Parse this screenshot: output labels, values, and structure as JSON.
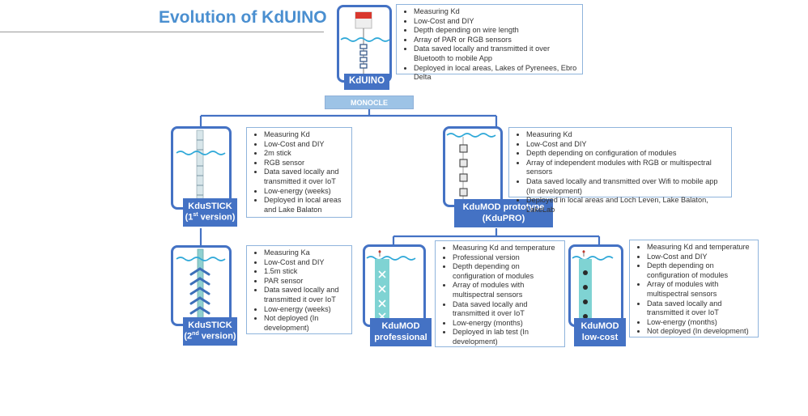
{
  "title": "Evolution of KdUINO",
  "monocle": "MONOCLE",
  "kduino": {
    "label": "KdUINO",
    "bullets": [
      "Measuring Kd",
      "Low-Cost and DIY",
      "Depth depending on wire length",
      "Array of PAR or RGB sensors",
      "Data saved locally and transmitted it over Bluetooth to mobile App",
      "Deployed in local areas, Lakes of Pyrenees, Ebro Delta"
    ]
  },
  "kdustick1": {
    "label_line1": "KduSTICK",
    "label_line2_pre": "(1",
    "label_line2_sup": "st",
    "label_line2_post": " version)",
    "bullets": [
      "Measuring Kd",
      "Low-Cost and DIY",
      "2m stick",
      "RGB sensor",
      "Data saved locally and transmitted it over IoT",
      "Low-energy (weeks)",
      "Deployed in local areas and Lake Balaton"
    ]
  },
  "kdumod": {
    "label_line1": "KduMOD  prototype",
    "label_line2": "(KduPRO)",
    "bullets": [
      "Measuring Kd",
      "Low-Cost and DIY",
      "Depth depending on configuration of modules",
      "Array of independent modules with RGB or multispectral sensors",
      "Data saved locally and transmitted over Wifi to mobile app (In development)",
      "Deployed in local areas and Loch Leven, Lake Balaton, LakeLab"
    ]
  },
  "kdustick2": {
    "label_line1": "KduSTICK",
    "label_line2_pre": "(2",
    "label_line2_sup": "nd",
    "label_line2_post": " version)",
    "bullets": [
      "Measuring Ka",
      "Low-Cost and DIY",
      "1.5m stick",
      "PAR sensor",
      "Data saved locally and transmitted it over IoT",
      "Low-energy (weeks)",
      "Not deployed (In development)"
    ]
  },
  "professional": {
    "label_line1": "KduMOD",
    "label_line2": "professional",
    "bullets": [
      "Measuring Kd and temperature",
      "Professional version",
      "Depth depending on configuration of modules",
      "Array of modules with multispectral sensors",
      "Data saved locally and transmitted it over IoT",
      "Low-energy (months)",
      "Deployed in lab test (In development)"
    ]
  },
  "lowcost": {
    "label_line1": "KduMOD",
    "label_line2": "low-cost",
    "bullets": [
      "Measuring Kd and temperature",
      "Low-Cost and DIY",
      "Depth depending on configuration of modules",
      "Array of modules with multispectral sensors",
      "Data saved locally and transmitted it over IoT",
      "Low-energy (months)",
      "Not deployed (In development)"
    ]
  },
  "colors": {
    "primary": "#4472c4",
    "monocle": "#9dc3e6",
    "title": "#4a8fd0",
    "water": "#2ea8d8",
    "stick": "#7fd3d3"
  }
}
